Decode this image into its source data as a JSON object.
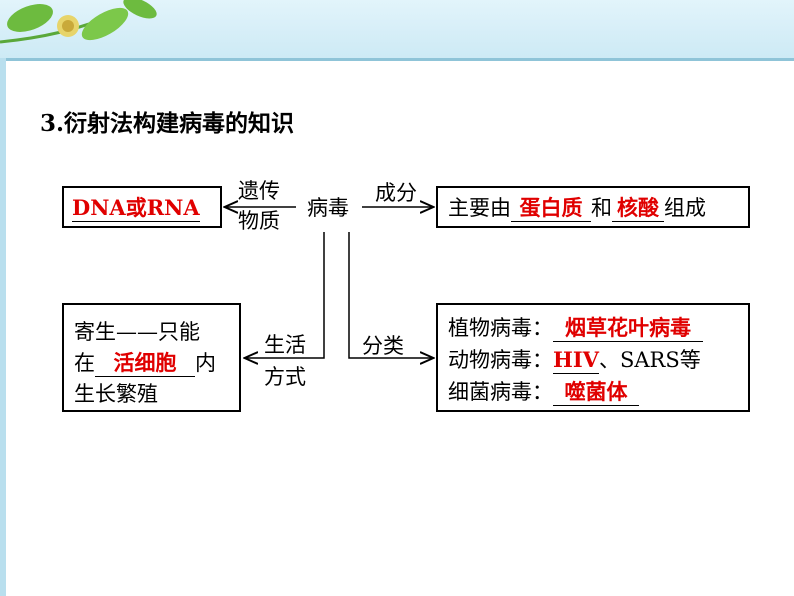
{
  "title": "3.衍射法构建病毒的知识",
  "center": "病毒",
  "left_top_box": {
    "answer": "DNA或RNA"
  },
  "arrow_labels": {
    "genetic_1": "遗传",
    "genetic_2": "物质",
    "composition": "成分",
    "lifestyle_1": "生活",
    "lifestyle_2": "方式",
    "classify": "分类"
  },
  "right_top_box": {
    "prefix": "主要由",
    "answer1": "蛋白质",
    "middle": "和",
    "answer2": "核酸",
    "suffix": "组成"
  },
  "left_bottom_box": {
    "line1": "寄生——只能",
    "line2_prefix": "在",
    "answer": "活细胞",
    "line2_suffix": "内",
    "line3": "生长繁殖"
  },
  "right_bottom_box": {
    "row1_label": "植物病毒：",
    "row1_answer": "烟草花叶病毒",
    "row2_label": "动物病毒：",
    "row2_answer": "HIV",
    "row2_suffix": "、SARS等",
    "row3_label": "细菌病毒：",
    "row3_answer": "噬菌体"
  },
  "colors": {
    "answer": "#e00000",
    "header": "#cdeaf5"
  }
}
